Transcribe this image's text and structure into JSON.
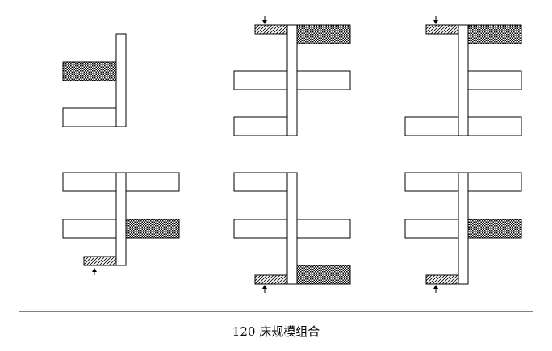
{
  "caption": "120 床规模组合",
  "colors": {
    "stroke": "#000000",
    "fill": "#ffffff"
  },
  "patterns": {
    "crosshatch": "crosshatch-fill",
    "diagonal": "diagonal-hatch-fill",
    "arrow": "entrance-arrow-icon"
  }
}
